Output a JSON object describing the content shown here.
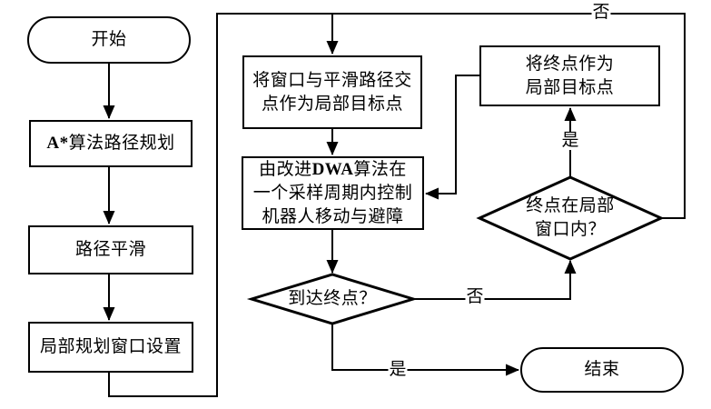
{
  "diagram": {
    "type": "flowchart",
    "colors": {
      "stroke": "#000000",
      "background": "#ffffff",
      "text": "#000000"
    },
    "nodes": {
      "start": {
        "label": "开始"
      },
      "astar": {
        "label_em": "A*",
        "label_rest": "算法路径规划"
      },
      "smooth": {
        "label": "路径平滑"
      },
      "window": {
        "label": "局部规划窗口设置"
      },
      "intersect": {
        "lines": [
          "将窗口与平滑路径交",
          "点作为局部目标点"
        ]
      },
      "dwa": {
        "line1_pre": "由改进",
        "line1_em": "DWA",
        "line1_post": "算法在",
        "line2": "一个采样周期内控制",
        "line3": "机器人移动与避障"
      },
      "reach": {
        "label": "到达终点？"
      },
      "endpoint": {
        "lines": [
          "将终点作为",
          "局部目标点"
        ]
      },
      "inwindow": {
        "lines": [
          "终点在局部",
          "窗口内？"
        ]
      },
      "end": {
        "label": "结束"
      }
    },
    "edge_labels": {
      "no_top": "否",
      "no_mid": "否",
      "yes_right": "是",
      "yes_bottom": "是"
    }
  }
}
